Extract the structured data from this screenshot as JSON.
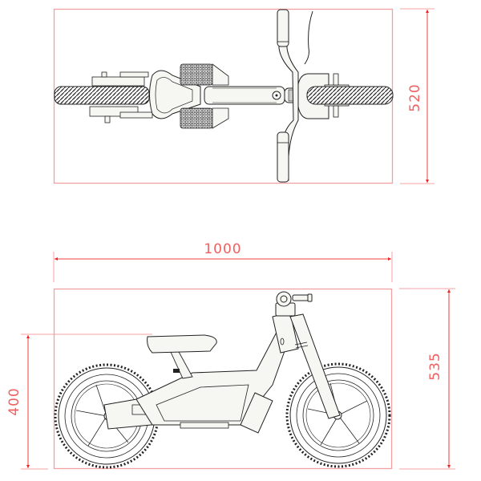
{
  "drawing": {
    "subject": "electric balance bike",
    "views": [
      {
        "name": "top view"
      },
      {
        "name": "side view"
      }
    ]
  },
  "dimensions": {
    "width_top_view": "520",
    "length": "1000",
    "seat_height": "400",
    "overall_height": "535"
  },
  "colors": {
    "dimension_line": "#f04040",
    "outline": "#f4a0a0",
    "drawing_line": "#222222",
    "fill": "#f6f6f2"
  }
}
